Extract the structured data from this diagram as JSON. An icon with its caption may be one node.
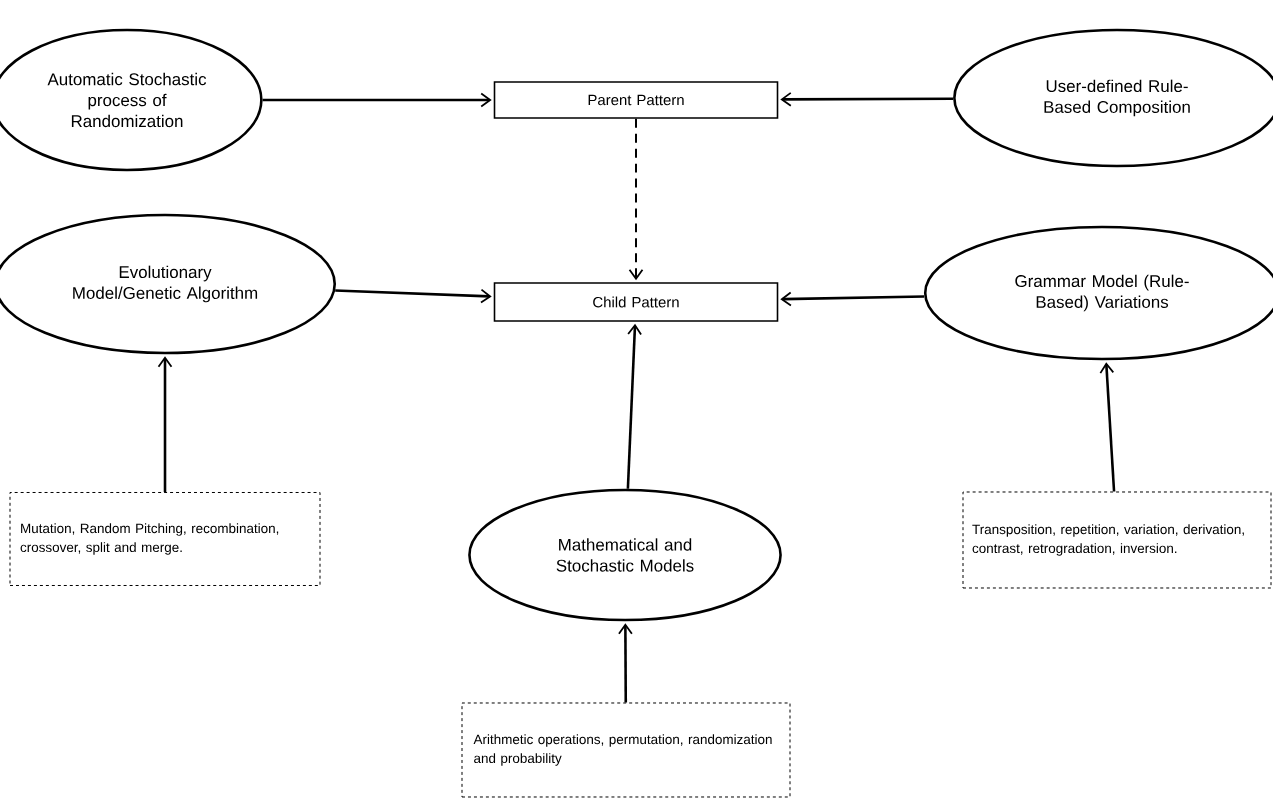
{
  "diagram": {
    "nodes": [
      {
        "text": [
          "Automatic Stochastic process of Randomization"
        ]
      },
      {
        "text": [
          "Parent Pattern"
        ]
      },
      {
        "text": [
          "User-defined Rule-Based Composition"
        ]
      },
      {
        "text": [
          "Evolutionary Model/Genetic Algorithm"
        ]
      },
      {
        "text": [
          "Child Pattern"
        ]
      },
      {
        "text": [
          "Grammar Model (Rule-Based) Variations"
        ]
      },
      {
        "text": [
          "Mutation, Random Pitching, recombination, crossover, split and merge."
        ]
      },
      {
        "text": [
          "Mathematical and Stochastic Models"
        ]
      },
      {
        "text": [
          "Transposition, repetition, variation, derivation, contrast, retrogradation, inversion."
        ]
      },
      {
        "text": [
          "Arithmetic operations, permutation, randomization and probability"
        ]
      }
    ],
    "edges": [
      {
        "from": 0,
        "to": 1,
        "arrow": "to"
      },
      {
        "from": 2,
        "to": 1,
        "arrow": "to"
      },
      {
        "from": 1,
        "to": 4,
        "arrow": "to",
        "style": "dashed"
      },
      {
        "from": 3,
        "to": 4,
        "arrow": "to"
      },
      {
        "from": 5,
        "to": 4,
        "arrow": "to"
      },
      {
        "from": 7,
        "to": 4,
        "arrow": "to"
      },
      {
        "from": 6,
        "to": 3,
        "arrow": "to"
      },
      {
        "from": 8,
        "to": 5,
        "arrow": "to"
      },
      {
        "from": 9,
        "to": 7,
        "arrow": "to"
      }
    ]
  }
}
